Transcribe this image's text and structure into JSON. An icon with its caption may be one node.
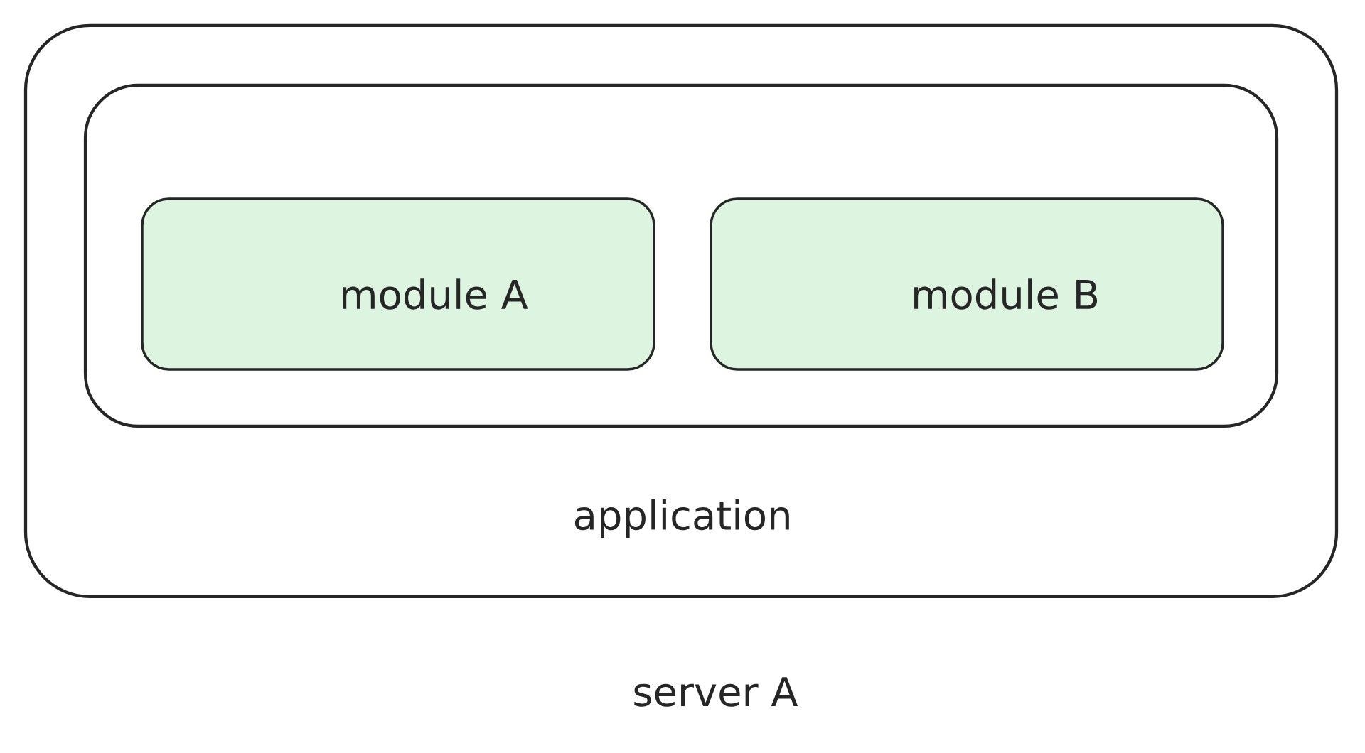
{
  "diagram": {
    "nodes": [
      {
        "text": [
          "server A"
        ]
      },
      {
        "text": [
          "application"
        ],
        "in": 0
      },
      {
        "text": [
          "module A"
        ],
        "in": 1
      },
      {
        "text": [
          "module B"
        ],
        "in": 1
      }
    ]
  }
}
